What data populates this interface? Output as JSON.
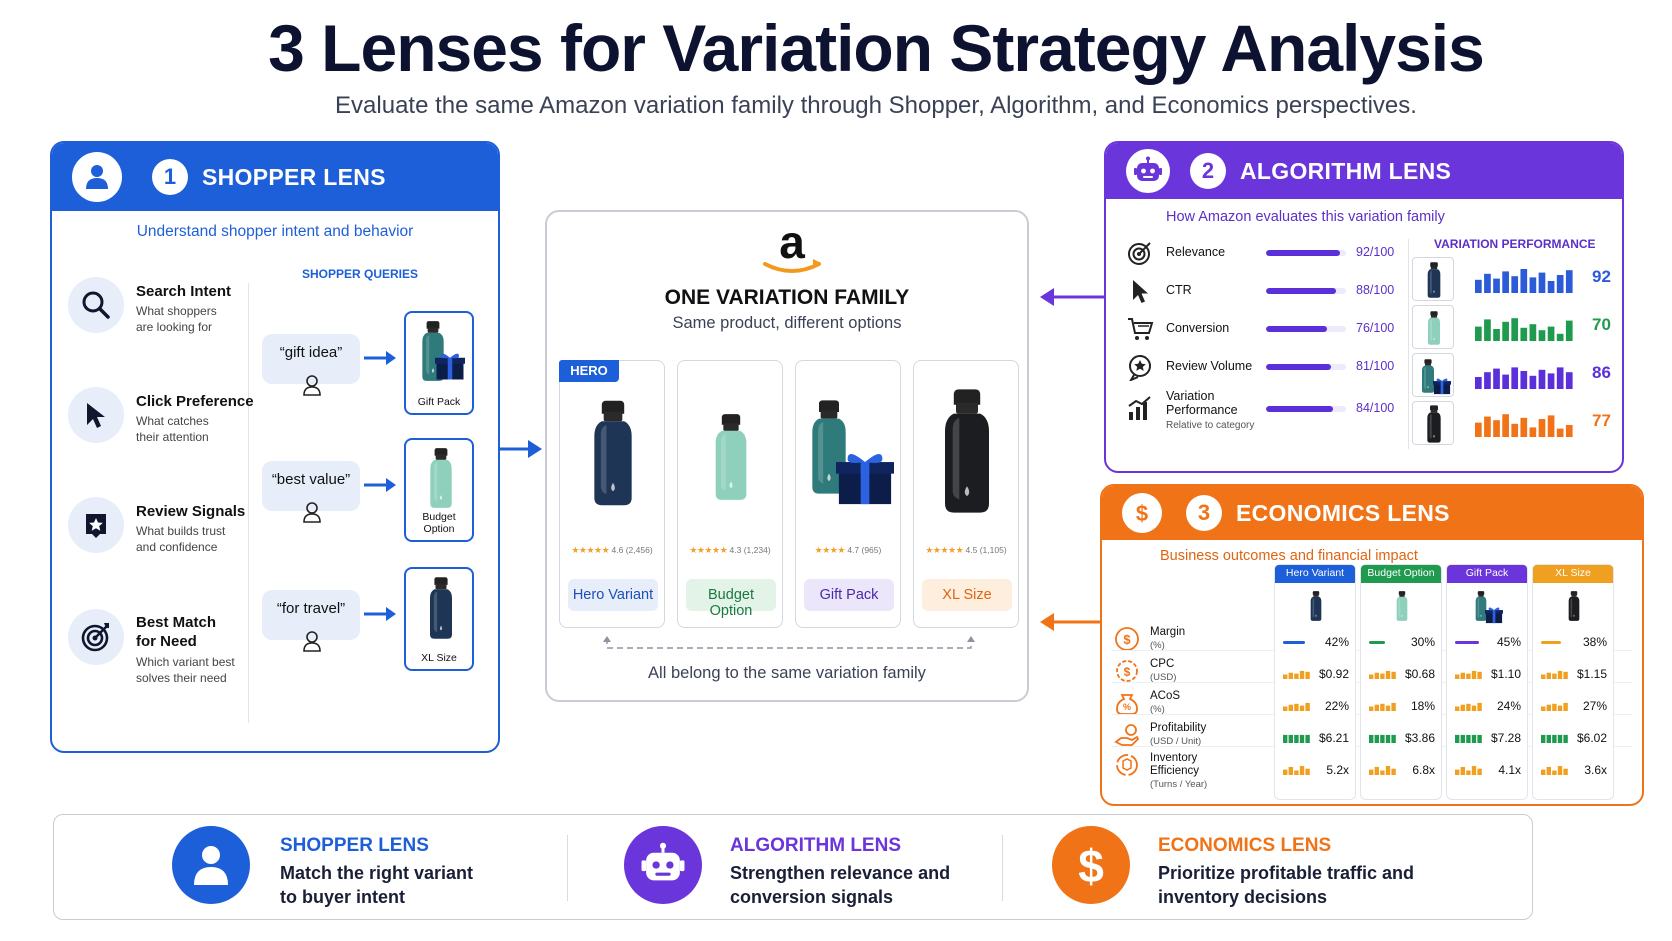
{
  "title": "3 Lenses for Variation Strategy Analysis",
  "subtitle": "Evaluate the same Amazon variation family through Shopper, Algorithm, and Economics perspectives.",
  "colors": {
    "shopper": "#1d5fd9",
    "algorithm": "#6a35db",
    "economics": "#f07318",
    "navy_bottle": "#1e3556",
    "mint_bottle": "#8fd0bd",
    "teal_bottle": "#2f7a7a",
    "black_bottle": "#1c1d20",
    "green_bar": "#1f9a4e"
  },
  "shopper": {
    "number": "1",
    "title": "SHOPPER LENS",
    "subtitle": "Understand shopper intent and behavior",
    "queries_title": "SHOPPER QUERIES",
    "intents": [
      {
        "title": "Search Intent",
        "desc1": "What shoppers",
        "desc2": "are looking for",
        "icon": "search-icon"
      },
      {
        "title": "Click Preference",
        "desc1": "What catches",
        "desc2": "their attention",
        "icon": "cursor-icon"
      },
      {
        "title": "Review Signals",
        "desc1": "What builds trust",
        "desc2": "and confidence",
        "icon": "review-star-icon"
      },
      {
        "title1": "Best Match",
        "title2": "for Need",
        "desc1": "Which variant best",
        "desc2": "solves their need",
        "icon": "target-icon"
      }
    ],
    "queries": [
      {
        "text": "“gift idea”",
        "product": "Gift Pack"
      },
      {
        "text": "“best value”",
        "product": "Budget Option"
      },
      {
        "text": "“for travel”",
        "product": "XL Size"
      }
    ]
  },
  "family": {
    "logo_letter": "a",
    "title": "ONE VARIATION FAMILY",
    "subtitle": "Same product, different options",
    "hero_badge": "HERO",
    "footer": "All belong to the same variation family",
    "variants": [
      {
        "label": "Hero Variant",
        "stars": "★★★★★",
        "rating": "4.6 (2,456)"
      },
      {
        "label": "Budget Option",
        "stars": "★★★★★",
        "rating": "4.3 (1,234)"
      },
      {
        "label": "Gift Pack",
        "stars": "★★★★",
        "rating": "4.7 (965)"
      },
      {
        "label": "XL Size",
        "stars": "★★★★★",
        "rating": "4.5 (1,105)"
      }
    ]
  },
  "algorithm": {
    "number": "2",
    "title": "ALGORITHM LENS",
    "subtitle": "How Amazon evaluates this variation family",
    "perf_title": "VARIATION PERFORMANCE",
    "metrics": [
      {
        "name": "Relevance",
        "value": "92/100",
        "score": 92,
        "icon": "target-icon"
      },
      {
        "name": "CTR",
        "value": "88/100",
        "score": 88,
        "icon": "cursor-icon"
      },
      {
        "name": "Conversion",
        "value": "76/100",
        "score": 76,
        "icon": "cart-icon"
      },
      {
        "name": "Review Volume",
        "value": "81/100",
        "score": 81,
        "icon": "review-star-icon"
      },
      {
        "name1": "Variation",
        "name2": "Performance",
        "note": "Relative to category",
        "value": "84/100",
        "score": 84,
        "icon": "bar-chart-icon"
      }
    ],
    "performance": [
      {
        "value": "92",
        "bars": [
          0.55,
          0.8,
          0.6,
          0.9,
          0.7,
          1.0,
          0.65,
          0.85,
          0.5,
          0.75,
          0.95
        ],
        "color": "#2b5bd6"
      },
      {
        "value": "70",
        "bars": [
          0.6,
          0.9,
          0.5,
          0.8,
          0.95,
          0.55,
          0.7,
          0.45,
          0.6,
          0.3,
          0.85
        ],
        "color": "#1f9a4e"
      },
      {
        "value": "86",
        "bars": [
          0.5,
          0.7,
          0.85,
          0.6,
          0.9,
          0.75,
          0.55,
          0.8,
          0.65,
          0.9,
          0.7
        ],
        "color": "#5b2fd9"
      },
      {
        "value": "77",
        "bars": [
          0.6,
          0.85,
          0.7,
          0.95,
          0.55,
          0.8,
          0.4,
          0.75,
          0.9,
          0.35,
          0.5
        ],
        "color": "#f07318"
      }
    ]
  },
  "economics": {
    "number": "3",
    "title": "ECONOMICS LENS",
    "subtitle": "Business outcomes and financial impact",
    "columns": [
      {
        "name": "Hero Variant",
        "color": "#1d5fd9"
      },
      {
        "name": "Budget Option",
        "color": "#1f9a4e"
      },
      {
        "name": "Gift Pack",
        "color": "#6a35db"
      },
      {
        "name": "XL Size",
        "color": "#f0a020"
      }
    ],
    "rows": [
      {
        "name": "Margin",
        "unit": "(%)",
        "values": [
          "42%",
          "30%",
          "45%",
          "38%"
        ]
      },
      {
        "name": "CPC",
        "unit": "(USD)",
        "values": [
          "$0.92",
          "$0.68",
          "$1.10",
          "$1.15"
        ]
      },
      {
        "name": "ACoS",
        "unit": "(%)",
        "values": [
          "22%",
          "18%",
          "24%",
          "27%"
        ]
      },
      {
        "name": "Profitability",
        "unit": "(USD / Unit)",
        "values": [
          "$6.21",
          "$3.86",
          "$7.28",
          "$6.02"
        ]
      },
      {
        "name1": "Inventory",
        "name2": "Efficiency",
        "unit": "(Turns / Year)",
        "values": [
          "5.2x",
          "6.8x",
          "4.1x",
          "3.6x"
        ]
      }
    ]
  },
  "summary": [
    {
      "title": "SHOPPER LENS",
      "line1": "Match the right variant",
      "line2": "to buyer intent"
    },
    {
      "title": "ALGORITHM LENS",
      "line1": "Strengthen relevance and",
      "line2": "conversion signals"
    },
    {
      "title": "ECONOMICS LENS",
      "line1": "Prioritize profitable traffic and",
      "line2": "inventory decisions"
    }
  ]
}
